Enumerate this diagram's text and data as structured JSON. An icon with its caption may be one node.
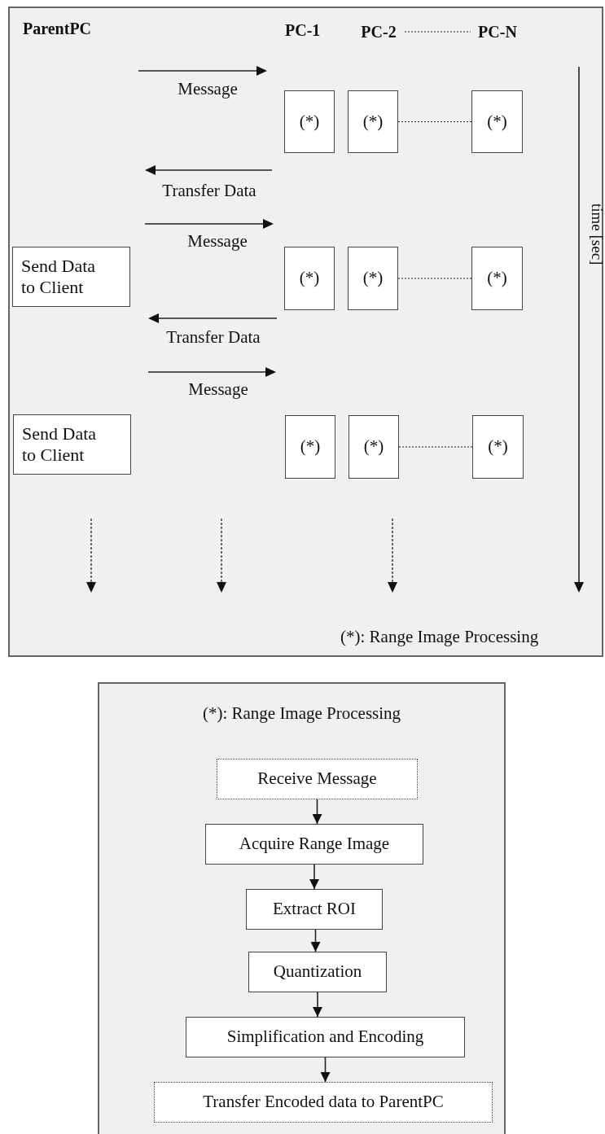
{
  "diagram": {
    "nodes": [
      {
        "text": [
          "PC-2"
        ]
      },
      {
        "text": [
          "PC-N"
        ]
      },
      {
        "text": [
          "(*)"
        ]
      },
      {
        "text": [
          "(*)"
        ]
      },
      {
        "text": [
          "(*)"
        ]
      },
      {
        "text": [
          "Send Data to Client"
        ]
      },
      {
        "text": [
          "(*)"
        ]
      },
      {
        "text": [
          "(*)"
        ]
      },
      {
        "text": [
          "(*)"
        ]
      },
      {
        "text": [
          "Send Data to Client"
        ]
      },
      {
        "text": [
          "(*)"
        ]
      },
      {
        "text": [
          "(*)"
        ]
      },
      {
        "text": [
          "(*)"
        ]
      },
      {
        "text": [
          "(*): Range Image Processing"
        ]
      },
      {
        "text": [
          "Receive Message"
        ],
        "in": 13
      },
      {
        "text": [
          "Acquire Range Image"
        ],
        "in": 13
      },
      {
        "text": [
          "Extract ROI"
        ],
        "in": 13
      },
      {
        "text": [
          "Quantization"
        ],
        "in": 13
      },
      {
        "text": [
          "Simplification and Encoding"
        ],
        "in": 13
      },
      {
        "text": [
          "Transfer Encoded data to ParentPC"
        ],
        "in": 13
      }
    ],
    "edges": [
      {
        "from": 0,
        "to": 1,
        "arrow": "none",
        "style": "dashed"
      },
      {
        "from": 3,
        "to": 4,
        "arrow": "none",
        "style": "dashed"
      },
      {
        "from": 7,
        "to": 8,
        "arrow": "none",
        "style": "dashed"
      },
      {
        "from": 11,
        "to": 12,
        "arrow": "none",
        "style": "dashed"
      },
      {
        "from": 14,
        "to": 15,
        "arrow": "to"
      },
      {
        "from": 15,
        "to": 16,
        "arrow": "to"
      },
      {
        "from": 16,
        "to": 17,
        "arrow": "to"
      },
      {
        "from": 17,
        "to": 18,
        "arrow": "to"
      },
      {
        "from": 18,
        "to": 19,
        "arrow": "to"
      }
    ],
    "labels": [
      "ParentPC",
      "PC-1",
      "Message",
      "Transfer Data",
      "Message",
      "Transfer Data",
      "Message",
      "time [sec]",
      "(*): Range Image Processing"
    ]
  }
}
